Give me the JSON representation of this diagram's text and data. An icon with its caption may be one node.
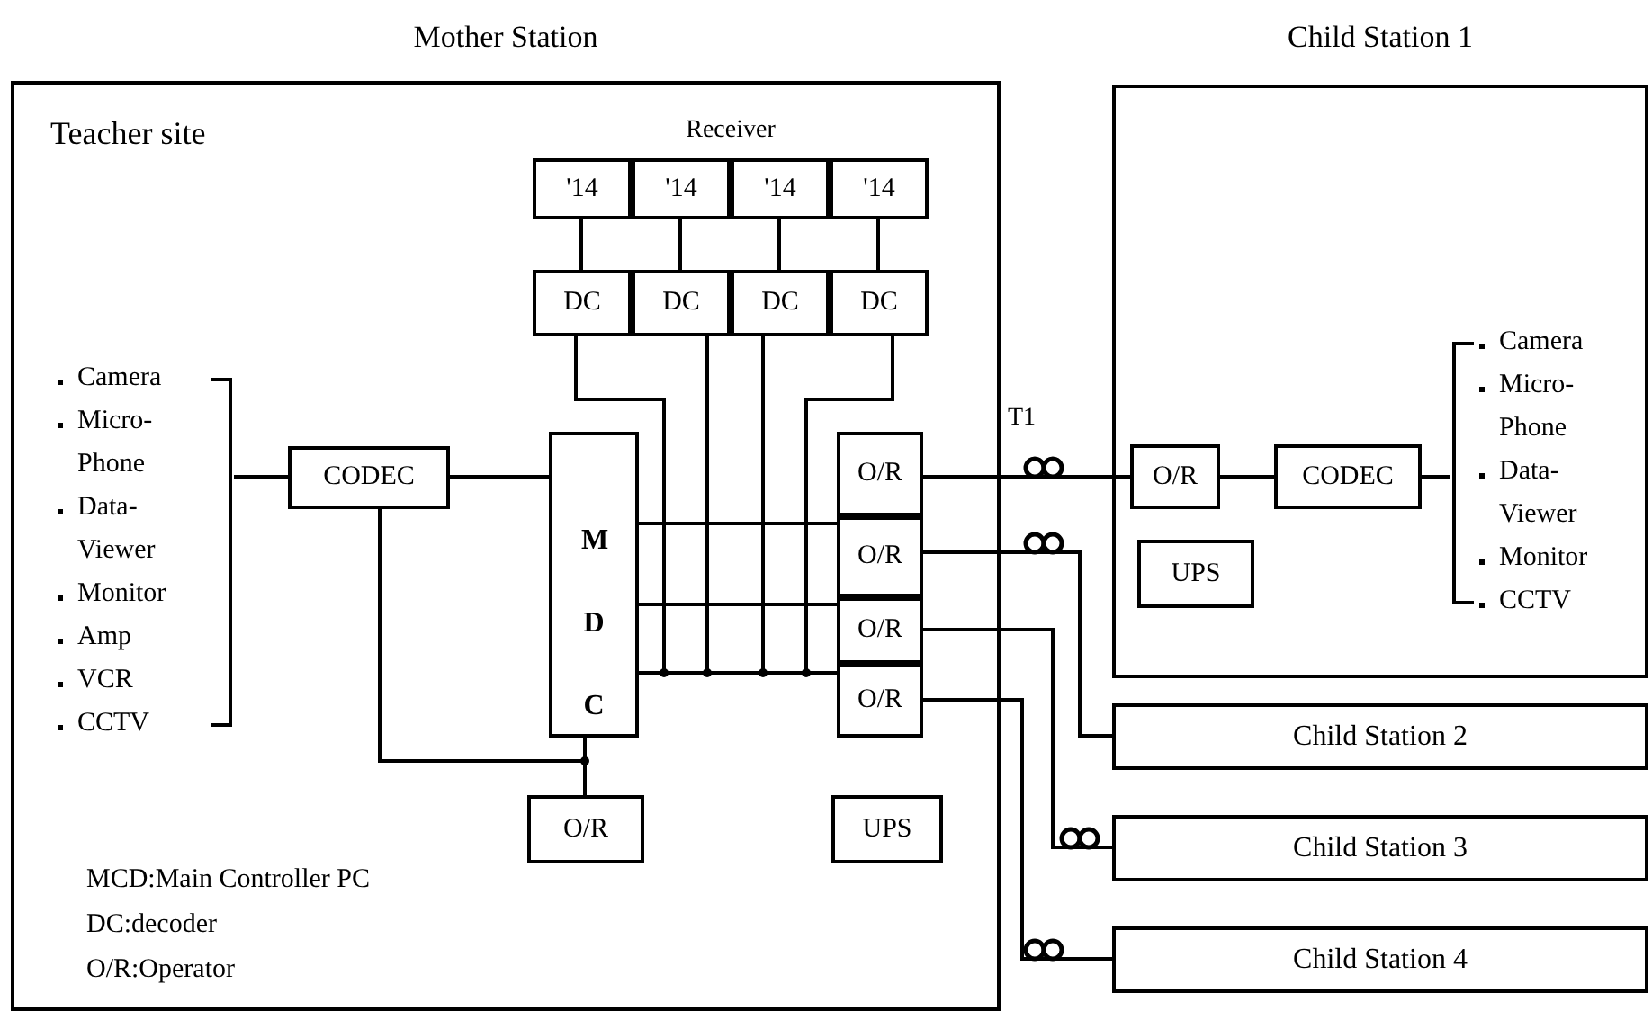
{
  "diagram": {
    "nodes": [
      {
        "text": [
          "Mother Station",
          "Teacher site"
        ]
      },
      {
        "text": [
          "'14"
        ],
        "in": 0
      },
      {
        "text": [
          "'14"
        ],
        "in": 0
      },
      {
        "text": [
          "'14"
        ],
        "in": 0
      },
      {
        "text": [
          "'14"
        ],
        "in": 0
      },
      {
        "text": [
          "DC"
        ],
        "in": 0
      },
      {
        "text": [
          "DC"
        ],
        "in": 0
      },
      {
        "text": [
          "DC"
        ],
        "in": 0
      },
      {
        "text": [
          "DC"
        ],
        "in": 0
      },
      {
        "text": [
          "Camera",
          "Micro- Phone",
          "Data- Viewer",
          "Monitor",
          "Amp",
          "VCR",
          "CCTV"
        ],
        "in": 0
      },
      {
        "text": [
          "CODEC"
        ],
        "in": 0
      },
      {
        "text": [
          "M D C"
        ],
        "in": 0
      },
      {
        "text": [
          "O/R"
        ],
        "in": 0
      },
      {
        "text": [
          "O/R"
        ],
        "in": 0
      },
      {
        "text": [
          "O/R"
        ],
        "in": 0
      },
      {
        "text": [
          "O/R"
        ],
        "in": 0
      },
      {
        "text": [
          "O/R"
        ],
        "in": 0
      },
      {
        "text": [
          "UPS"
        ],
        "in": 0
      },
      {
        "text": [
          "Child Station 1"
        ]
      },
      {
        "text": [
          "O/R"
        ],
        "in": 18
      },
      {
        "text": [
          "CODEC"
        ],
        "in": 18
      },
      {
        "text": [
          "UPS"
        ],
        "in": 18
      },
      {
        "text": [
          "Camera",
          "Micro- Phone",
          "Data- Viewer",
          "Monitor",
          "CCTV"
        ],
        "in": 18
      },
      {
        "text": [
          "Child Station 2"
        ]
      },
      {
        "text": [
          "Child Station 3"
        ]
      },
      {
        "text": [
          "Child Station 4"
        ]
      }
    ],
    "edges": [
      {
        "from": 9,
        "to": 10,
        "arrow": "none"
      },
      {
        "from": 10,
        "to": 11,
        "arrow": "none"
      },
      {
        "from": 10,
        "to": 16,
        "arrow": "none"
      },
      {
        "from": 11,
        "to": 16,
        "arrow": "none"
      },
      {
        "from": 1,
        "to": 5,
        "arrow": "none"
      },
      {
        "from": 2,
        "to": 6,
        "arrow": "none"
      },
      {
        "from": 3,
        "to": 7,
        "arrow": "none"
      },
      {
        "from": 4,
        "to": 8,
        "arrow": "none"
      },
      {
        "from": 5,
        "to": 11,
        "arrow": "none"
      },
      {
        "from": 6,
        "to": 11,
        "arrow": "none"
      },
      {
        "from": 7,
        "to": 11,
        "arrow": "none"
      },
      {
        "from": 8,
        "to": 11,
        "arrow": "none"
      },
      {
        "from": 11,
        "to": 13,
        "arrow": "none"
      },
      {
        "from": 11,
        "to": 14,
        "arrow": "none"
      },
      {
        "from": 11,
        "to": 15,
        "arrow": "none"
      },
      {
        "from": 12,
        "to": 19,
        "arrow": "none"
      },
      {
        "from": 13,
        "to": 23,
        "arrow": "none"
      },
      {
        "from": 14,
        "to": 24,
        "arrow": "none"
      },
      {
        "from": 15,
        "to": 25,
        "arrow": "none"
      },
      {
        "from": 19,
        "to": 20,
        "arrow": "none"
      },
      {
        "from": 20,
        "to": 22,
        "arrow": "none"
      }
    ],
    "labels": [
      "Receiver",
      "T1",
      "MCD:Main Controller PC",
      "DC:decoder",
      "O/R:Operator"
    ]
  }
}
